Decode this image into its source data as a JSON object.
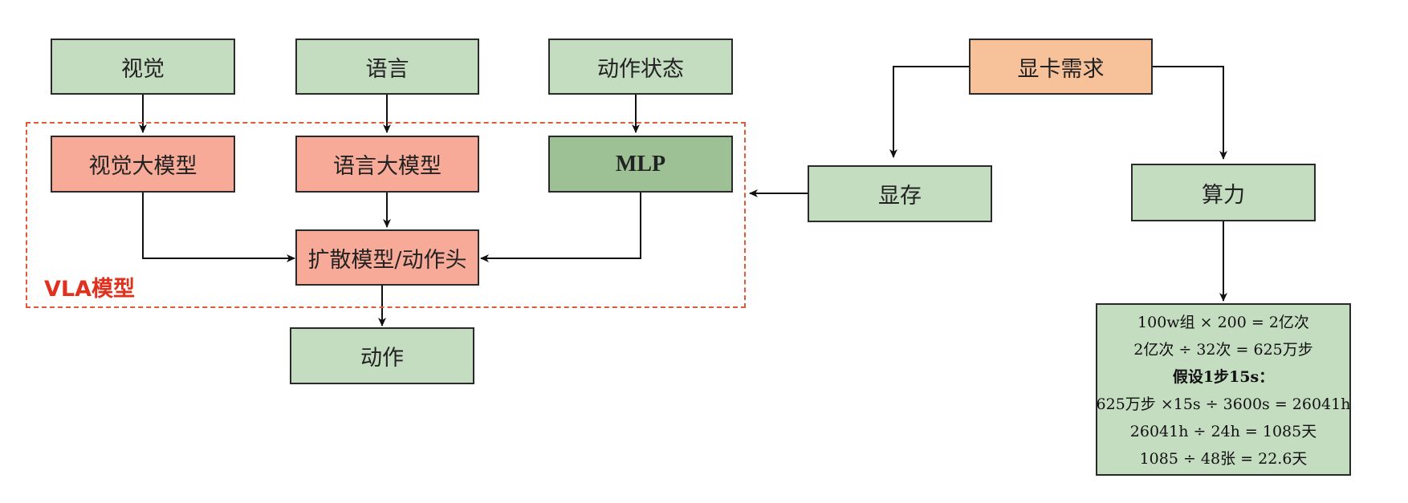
{
  "inputs": {
    "vision": "视觉",
    "language": "语言",
    "action_state": "动作状态"
  },
  "vla": {
    "label": "VLA模型",
    "vision_model": "视觉大模型",
    "language_model": "语言大模型",
    "mlp": "MLP",
    "diffusion_head": "扩散模型/动作头"
  },
  "output": {
    "action": "动作"
  },
  "gpu": {
    "title": "显卡需求",
    "memory": "显存",
    "compute": "算力"
  },
  "calculation": {
    "lines": [
      "100w组 × 200 = 2亿次",
      "2亿次 ÷ 32次 = 625万步",
      "假设1步15s：",
      "625万步 ×15s ÷ 3600s = 26041h",
      "26041h ÷ 24h = 1085天",
      "1085 ÷ 48张 = 22.6天"
    ]
  },
  "colors": {
    "green": "#c4dcc0",
    "dark_green": "#9dc095",
    "pink": "#f8aa98",
    "orange": "#f7c199",
    "dashed_frame": "#e05a3a",
    "vla_label": "#e0301e"
  }
}
